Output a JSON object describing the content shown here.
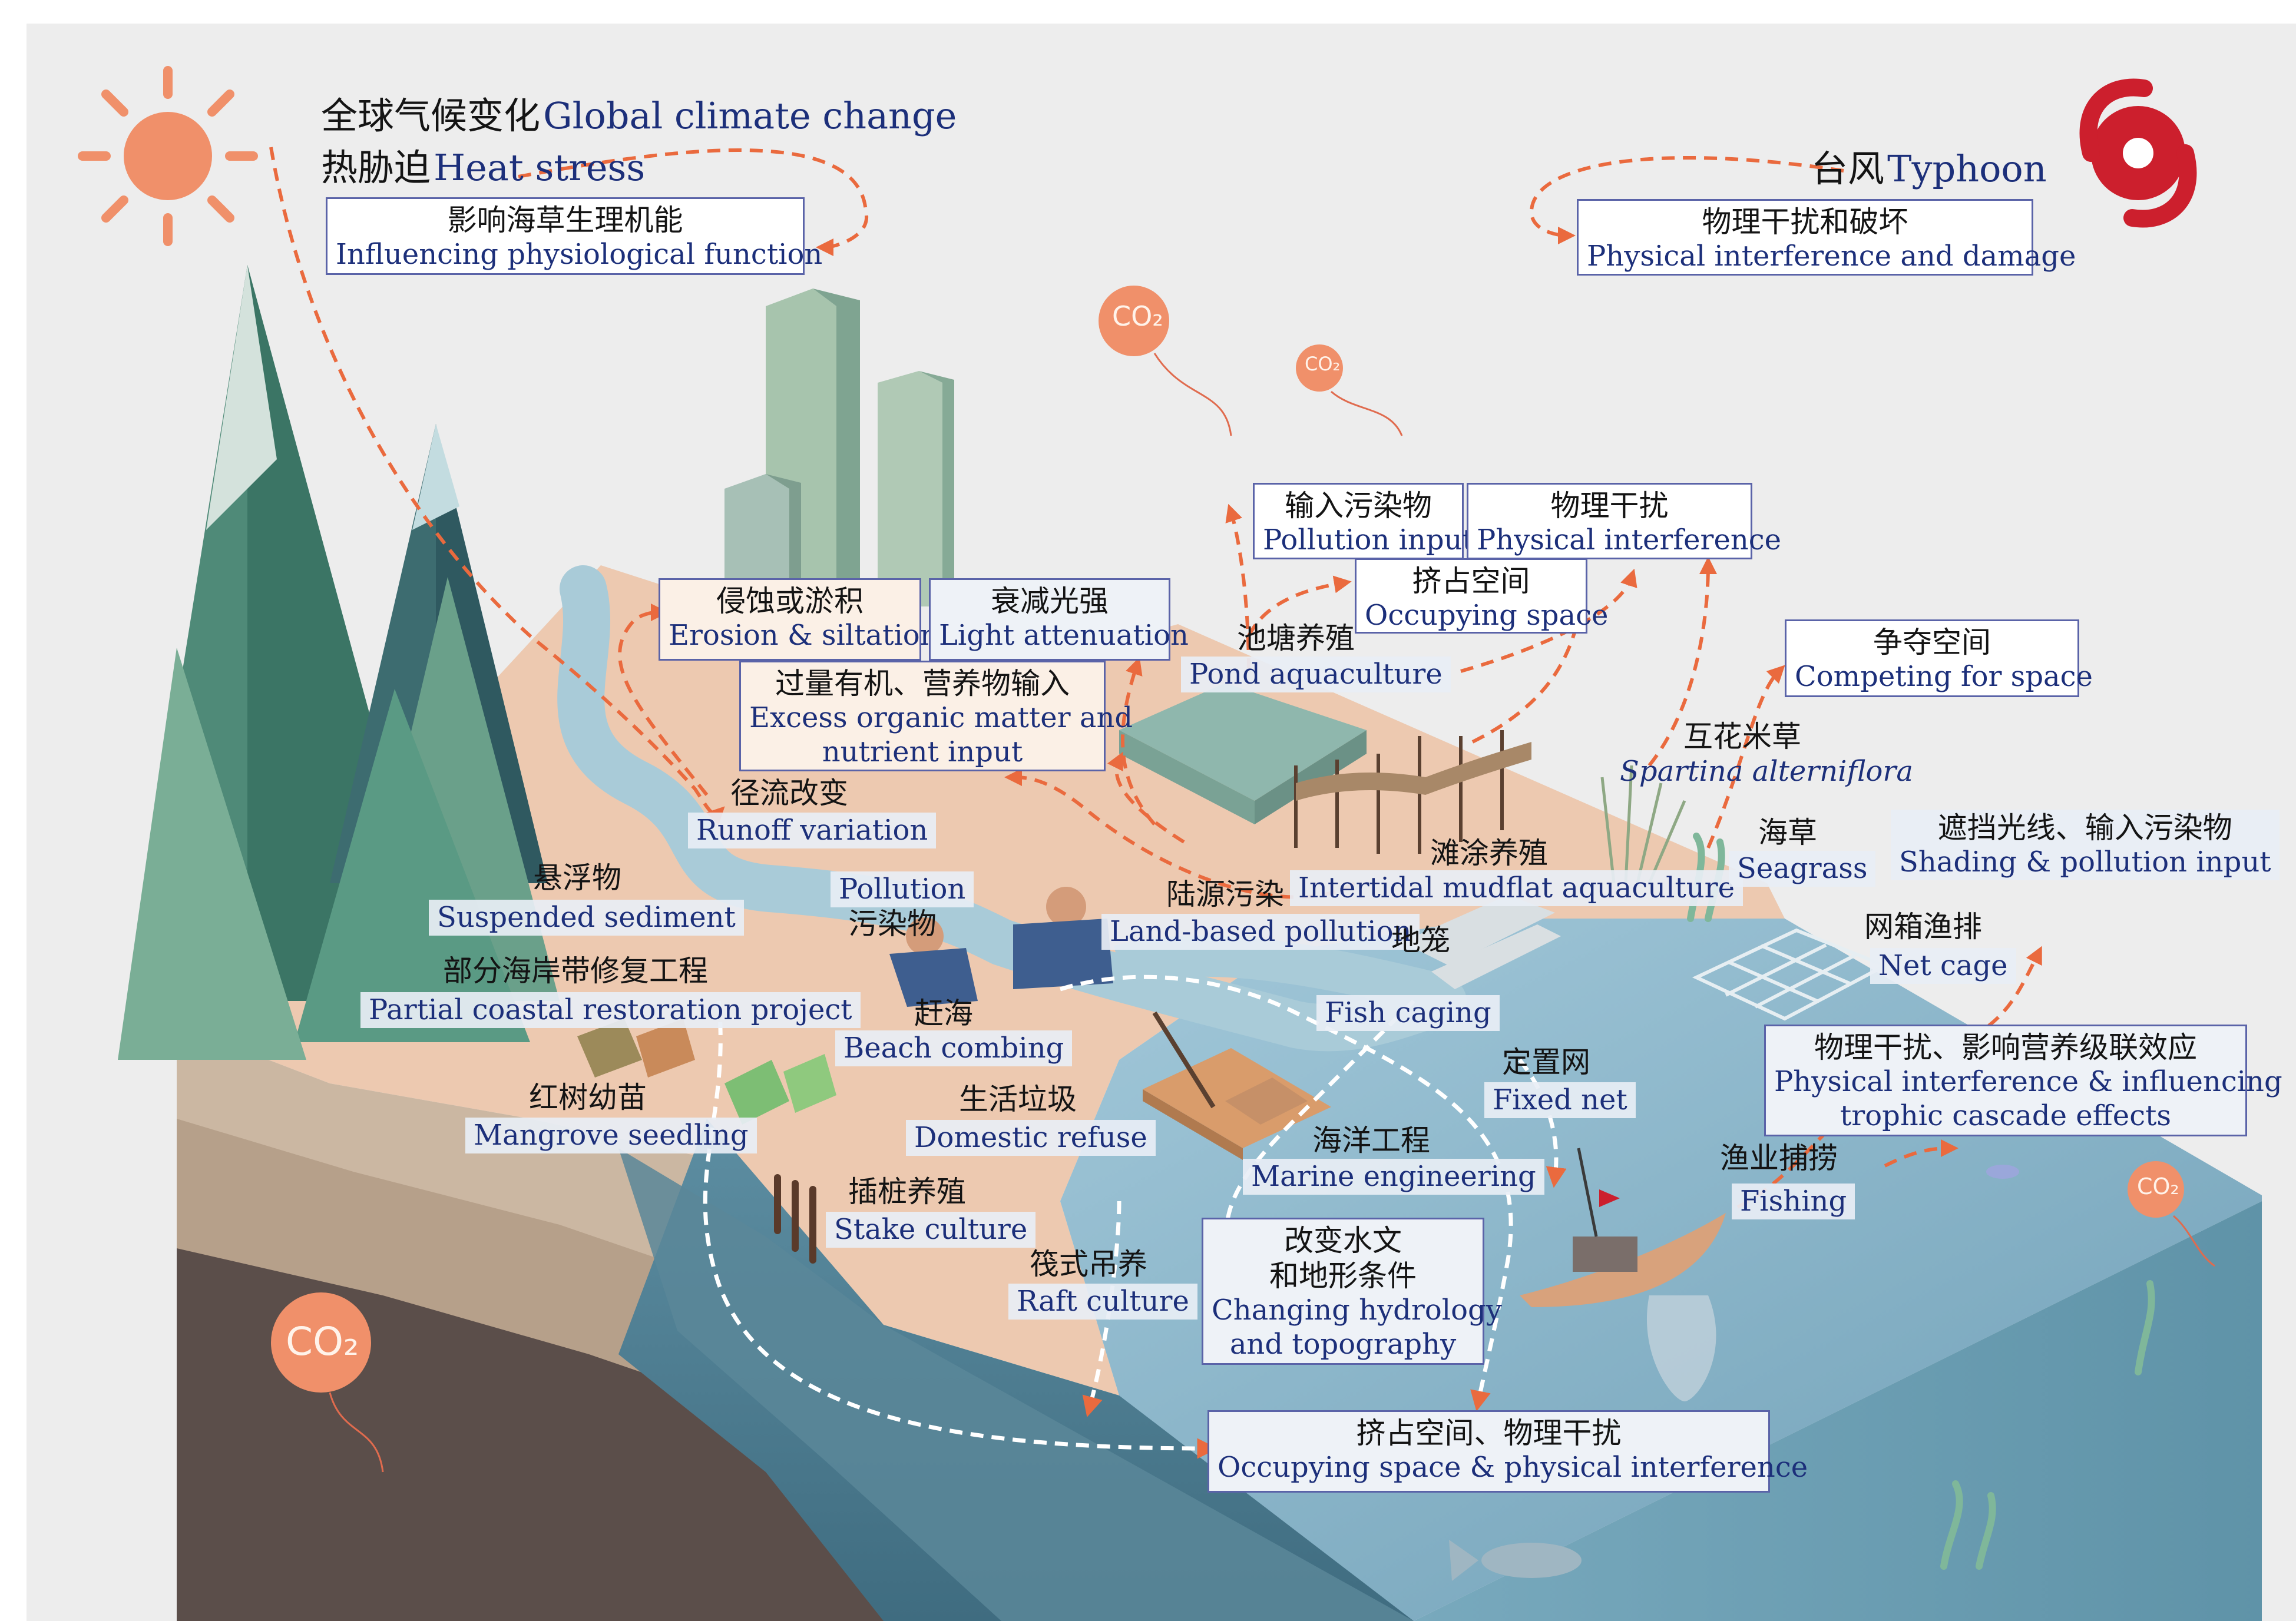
{
  "climate": {
    "zh1": "全球气候变化",
    "en1": "Global climate change",
    "zh2": "热胁迫",
    "en2": "Heat stress",
    "box_zh": "影响海草生理机能",
    "box_en": "Influencing physiological function"
  },
  "typhoon": {
    "zh": "台风",
    "en": "Typhoon",
    "box_zh": "物理干扰和破坏",
    "box_en": "Physical interference and damage"
  },
  "co2_label": "CO₂",
  "impacts": {
    "erosion": {
      "zh": "侵蚀或淤积",
      "en": "Erosion & siltation"
    },
    "light": {
      "zh": "衰减光强",
      "en": "Light attenuation"
    },
    "excess": {
      "zh": "过量有机、营养物输入",
      "en1": "Excess organic matter and",
      "en2": "nutrient input"
    },
    "pollution_input": {
      "zh": "输入污染物",
      "en": "Pollution input"
    },
    "physical": {
      "zh": "物理干扰",
      "en": "Physical interference"
    },
    "occupying": {
      "zh": "挤占空间",
      "en": "Occupying space"
    },
    "competing": {
      "zh": "争夺空间",
      "en": "Competing for space"
    },
    "shading": {
      "zh": "遮挡光线、输入污染物",
      "en": "Shading & pollution input"
    },
    "cascade": {
      "zh": "物理干扰、影响营养级联效应",
      "en1": "Physical interference & influencing",
      "en2": "trophic cascade effects"
    },
    "hydrology": {
      "zh1": "改变水文",
      "zh2": "和地形条件",
      "en1": "Changing hydrology",
      "en2": "and topography"
    },
    "occupying_physical": {
      "zh": "挤占空间、物理干扰",
      "en": "Occupying space & physical interference"
    }
  },
  "labels": {
    "runoff": {
      "zh": "径流改变",
      "en": "Runoff variation"
    },
    "suspended": {
      "zh": "悬浮物",
      "en": "Suspended sediment"
    },
    "restoration": {
      "zh": "部分海岸带修复工程",
      "en": "Partial coastal restoration project"
    },
    "mangrove": {
      "zh": "红树幼苗",
      "en": "Mangrove seedling"
    },
    "pollution": {
      "en": "Pollution",
      "zh": "污染物"
    },
    "beach": {
      "zh": "赶海",
      "en": "Beach combing"
    },
    "refuse": {
      "zh": "生活垃圾",
      "en": "Domestic refuse"
    },
    "stake": {
      "zh": "插桩养殖",
      "en": "Stake culture"
    },
    "raft": {
      "zh": "筏式吊养",
      "en": "Raft culture"
    },
    "pond": {
      "zh": "池塘养殖",
      "en": "Pond aquaculture"
    },
    "landbased": {
      "zh": "陆源污染",
      "en": "Land-based pollution"
    },
    "mudflat": {
      "zh": "滩涂养殖",
      "en": "Intertidal mudflat aquaculture"
    },
    "spartina": {
      "zh": "互花米草",
      "en": "Spartina alterniflora"
    },
    "seagrass": {
      "zh": "海草",
      "en": "Seagrass"
    },
    "netcage": {
      "zh": "网箱渔排",
      "en": "Net cage"
    },
    "fishcage": {
      "zh": "地笼",
      "en": "Fish caging"
    },
    "fixednet": {
      "zh": "定置网",
      "en": "Fixed net"
    },
    "marine": {
      "zh": "海洋工程",
      "en": "Marine engineering"
    },
    "fishing": {
      "zh": "渔业捕捞",
      "en": "Fishing"
    }
  },
  "colors": {
    "background": "#ededed",
    "land": "#edc9b0",
    "sea_top": "#8fbcd1",
    "sea_side": "#4f7d8f",
    "sun": "#f0906a",
    "typhoon": "#cc1f2d",
    "arrow": "#ea6a3e",
    "box_border": "#5a63a8",
    "en_text": "#1c2f7a"
  },
  "icons": [
    "sun-icon",
    "typhoon-icon",
    "co2-balloon-icon",
    "mountain-icon",
    "building-icon",
    "fish-icon",
    "boat-icon"
  ]
}
